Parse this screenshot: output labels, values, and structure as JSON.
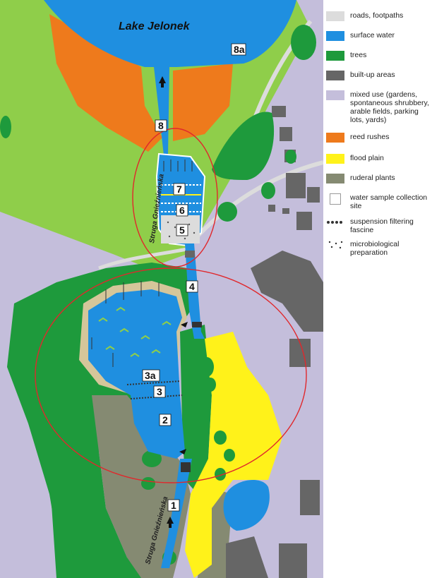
{
  "map": {
    "lake_label": "Lake Jelonek",
    "stream_label_upper": "Struga Gnieźnieńska",
    "stream_label_lower": "Struga Gnieźnieńska",
    "sites": [
      "8a",
      "8",
      "7",
      "6",
      "5",
      "4",
      "3a",
      "3",
      "2",
      "1"
    ]
  },
  "legend": {
    "items": [
      {
        "label": "roads, footpaths",
        "color": "#dcdcdc",
        "icon": "roads-swatch"
      },
      {
        "label": "surface water",
        "color": "#1f8fe0",
        "icon": "water-swatch"
      },
      {
        "label": "trees",
        "color": "#1e9a3c",
        "icon": "trees-swatch"
      },
      {
        "label": "built-up areas",
        "color": "#666666",
        "icon": "built-up-swatch"
      },
      {
        "label": "mixed use (gardens, spontaneous shrubbery, arable fields, parking lots, yards)",
        "color": "#c4bedb",
        "icon": "mixed-use-swatch"
      },
      {
        "label": "reed rushes",
        "color": "#ee7a1c",
        "icon": "reed-swatch"
      },
      {
        "label": "flood plain",
        "color": "#fff21a",
        "icon": "flood-plain-swatch"
      },
      {
        "label": "ruderal plants",
        "color": "#858a72",
        "icon": "ruderal-swatch"
      },
      {
        "label": "water sample collection site",
        "color": "#ffffff",
        "icon": "sample-site-swatch"
      },
      {
        "label": "suspension filtering fascine",
        "color": "#333333",
        "icon": "fascine-dots-icon"
      },
      {
        "label": "microbiological preparation",
        "color": "#333333",
        "icon": "microbio-dots-icon"
      }
    ]
  },
  "colors": {
    "water": "#1f8fe0",
    "trees": "#1e9a3c",
    "light_green": "#8fce4a",
    "reed": "#ee7a1c",
    "mixed": "#c4bedb",
    "built": "#666666",
    "flood": "#fff21a",
    "ruderal": "#858a72",
    "road": "#dcdcdc",
    "circle": "#e0282c"
  }
}
